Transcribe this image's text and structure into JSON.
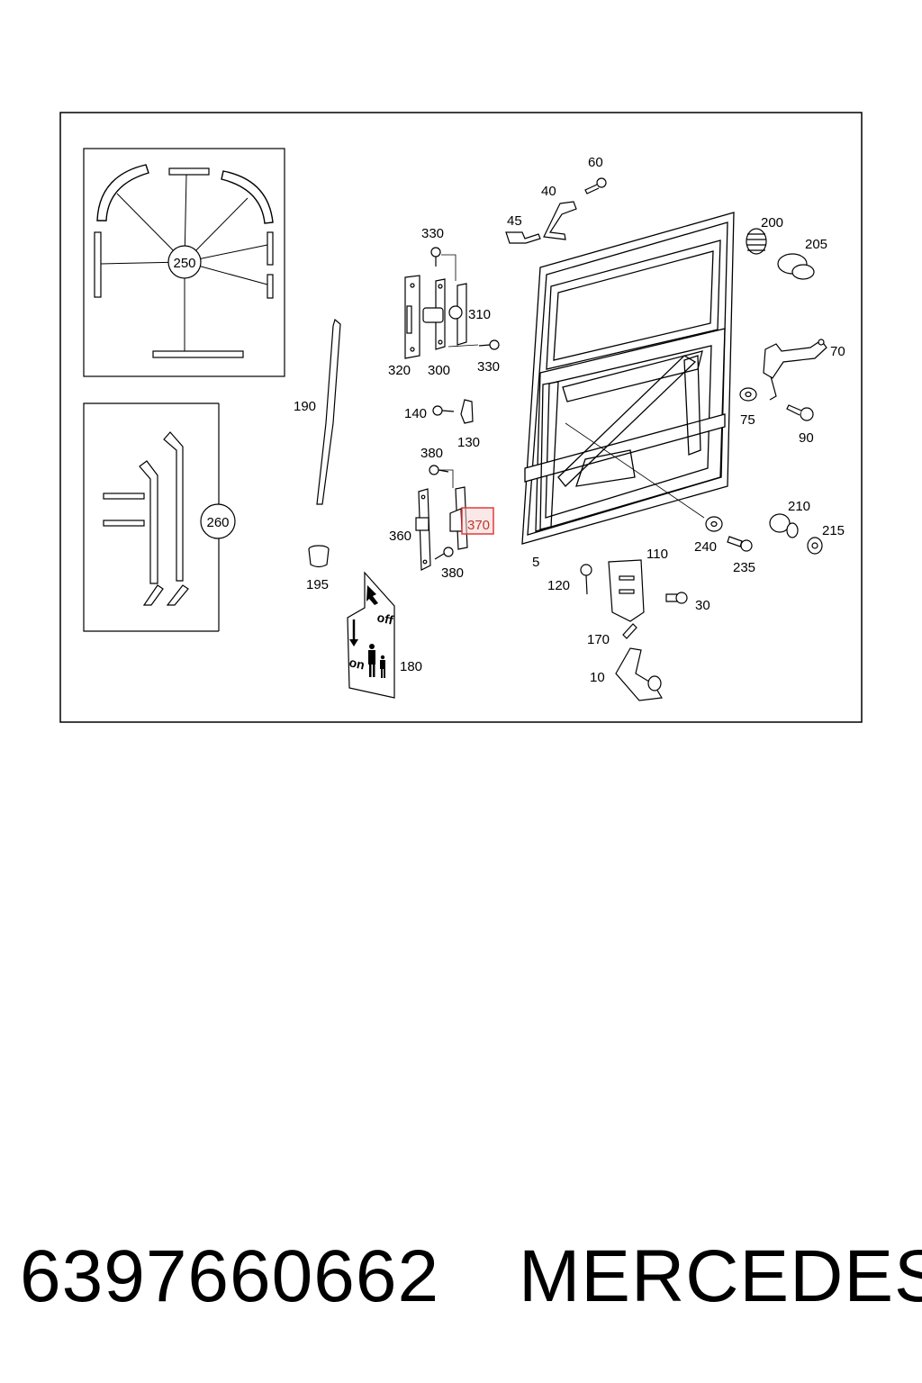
{
  "diagram": {
    "labels": {
      "l60": "60",
      "l40": "40",
      "l45": "45",
      "l200": "200",
      "l205": "205",
      "l330a": "330",
      "l310": "310",
      "l320": "320",
      "l300": "300",
      "l330b": "330",
      "l70": "70",
      "l75": "75",
      "l90": "90",
      "l190": "190",
      "l140": "140",
      "l130": "130",
      "l380a": "380",
      "l360": "360",
      "l370": "370",
      "l380b": "380",
      "l210": "210",
      "l215": "215",
      "l240": "240",
      "l235": "235",
      "l5": "5",
      "l110": "110",
      "l120": "120",
      "l30": "30",
      "l195": "195",
      "l180": "180",
      "l170": "170",
      "l10": "10",
      "l250": "250",
      "l260": "260"
    },
    "decal_text": {
      "off": "off",
      "on": "on"
    },
    "highlighted_part": "370",
    "colors": {
      "line": "#000000",
      "highlight_border": "#e23b3b",
      "highlight_fill": "#f6d6d6",
      "highlight_text": "#c0392b"
    }
  },
  "footer": {
    "part_number": "6397660662",
    "brand": "MERCEDES"
  }
}
